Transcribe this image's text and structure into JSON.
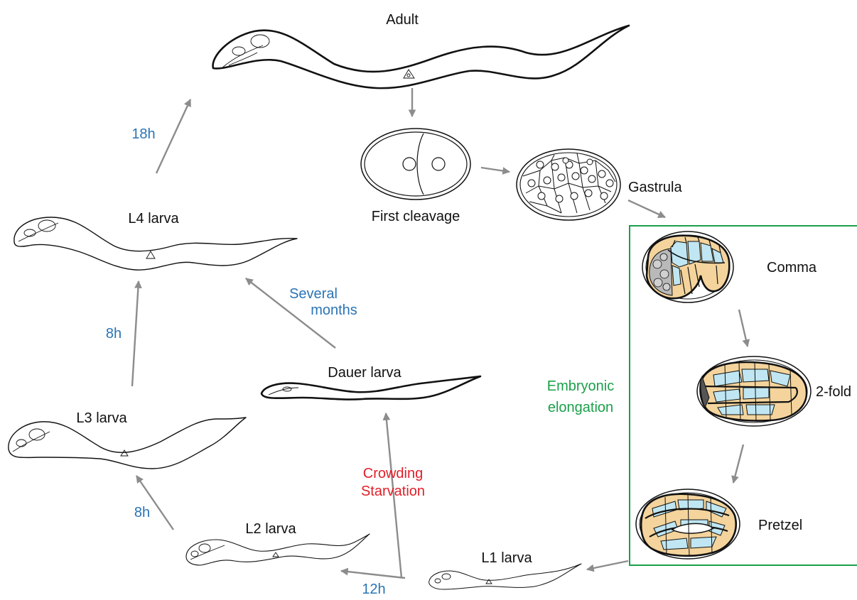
{
  "labels": {
    "adult": "Adult",
    "first_cleavage": "First cleavage",
    "gastrula": "Gastrula",
    "comma": "Comma",
    "two_fold": "2-fold",
    "pretzel": "Pretzel",
    "l1": "L1 larva",
    "l2": "L2 larva",
    "l3": "L3 larva",
    "l4": "L4 larva",
    "dauer": "Dauer larva"
  },
  "durations": {
    "l4_to_adult": "18h",
    "l3_to_l4": "8h",
    "l2_to_l3": "8h",
    "l1_to_l2": "12h",
    "dauer_to_l4_line1": "Several",
    "dauer_to_l4_line2": "months"
  },
  "dauer_trigger": {
    "line1": "Crowding",
    "line2": "Starvation"
  },
  "embryonic_box": {
    "line1": "Embryonic",
    "line2": "elongation"
  },
  "colors": {
    "duration_text": "#2a74b5",
    "trigger_text": "#e0202a",
    "embryonic_text": "#1aa04a",
    "embryonic_border": "#1aa04a",
    "arrow": "#8c8c8c",
    "cell_tan": "#f4d49c",
    "cell_blue": "#bfe6f2",
    "cell_grey": "#b9b9b9"
  }
}
